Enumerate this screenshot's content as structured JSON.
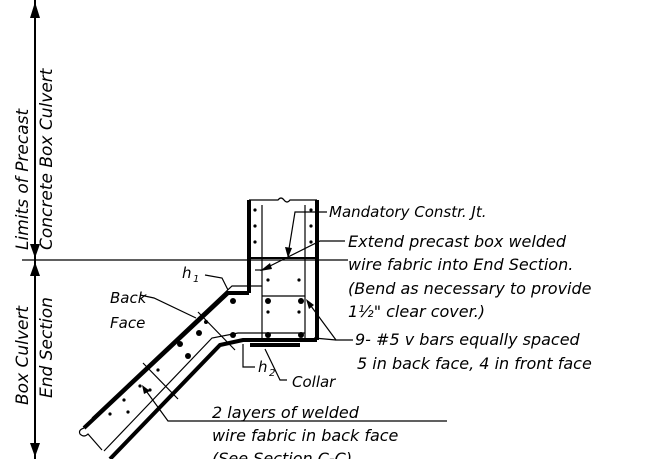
{
  "labels": {
    "limits_line1": "Limits of Precast",
    "limits_line2": "Concrete Box Culvert",
    "end_line1": "Box Culvert",
    "end_line2": "End Section",
    "back_face_1": "Back",
    "back_face_2": "Face",
    "h1": "h",
    "h1_sub": "1",
    "h2": "h",
    "h2_sub": "2",
    "mandatory": "Mandatory Constr. Jt.",
    "extend_1": "Extend precast box welded",
    "extend_2": "wire fabric into End Section.",
    "extend_3": "(Bend as necessary to provide",
    "extend_4": "1½\" clear cover.)",
    "bars_1": "9- #5 v bars equally spaced",
    "bars_2": "5 in back face, 4 in front face",
    "collar": "Collar",
    "layers_1": "2 layers of welded",
    "layers_2": "wire fabric in back face",
    "layers_3": "(See Section C-C)"
  }
}
